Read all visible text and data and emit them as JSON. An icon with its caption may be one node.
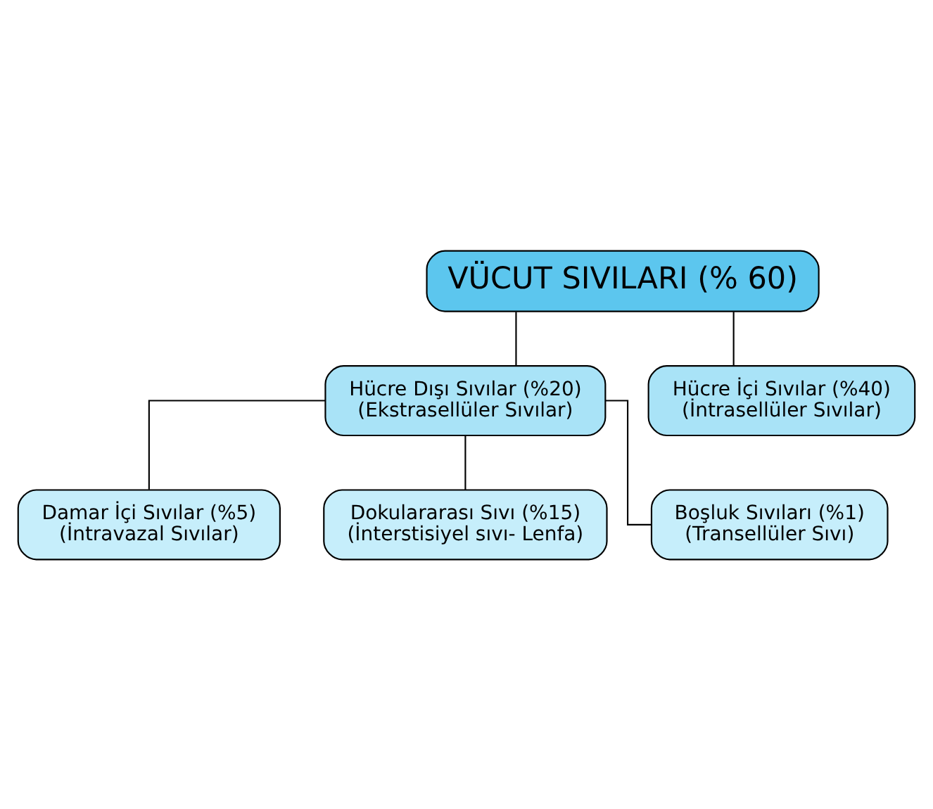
{
  "diagram": {
    "nodes": [
      {
        "text": [
          "VÜCUT SIVILARI (% 60)"
        ]
      },
      {
        "text": [
          "Hücre Dışı Sıvılar (%20)",
          "(Ekstrasellüler Sıvılar)"
        ]
      },
      {
        "text": [
          "Hücre İçi Sıvılar (%40)",
          "(İntrasellüler Sıvılar)"
        ]
      },
      {
        "text": [
          "Damar İçi Sıvılar (%5)",
          "(İntravazal Sıvılar)"
        ]
      },
      {
        "text": [
          "Dokulararası Sıvı (%15)",
          "(İnterstisiyel sıvı- Lenfa)"
        ]
      },
      {
        "text": [
          "Boşluk Sıvıları (%1)",
          "(Transellüler Sıvı)"
        ]
      }
    ],
    "edges": [
      {
        "from": 0,
        "to": 1,
        "arrow": "none"
      },
      {
        "from": 0,
        "to": 2,
        "arrow": "none"
      },
      {
        "from": 1,
        "to": 3,
        "arrow": "none"
      },
      {
        "from": 1,
        "to": 4,
        "arrow": "none"
      },
      {
        "from": 1,
        "to": 5,
        "arrow": "none"
      }
    ]
  }
}
